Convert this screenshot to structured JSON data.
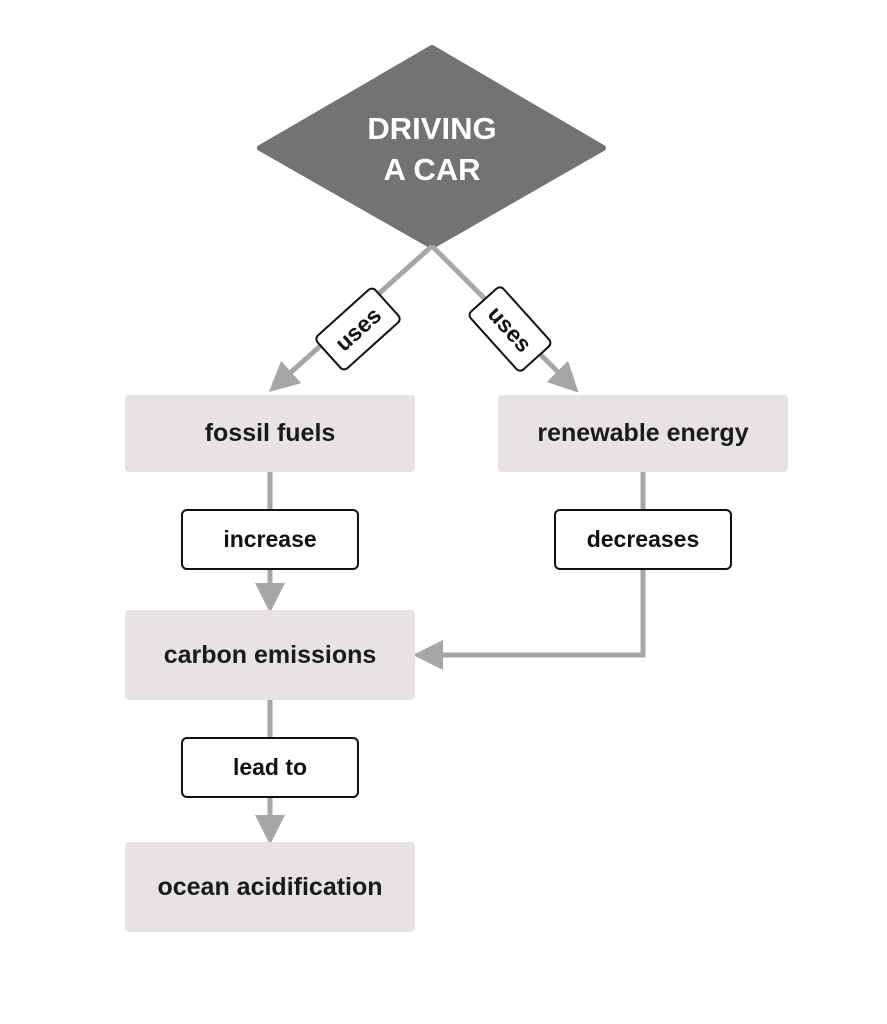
{
  "title": {
    "line1": "DRIVING",
    "line2": "A CAR"
  },
  "nodes": {
    "fossil": "fossil fuels",
    "renewable": "renewable energy",
    "carbon": "carbon emissions",
    "ocean": "ocean acidification"
  },
  "links": {
    "uses_left": "uses",
    "uses_right": "uses",
    "increase": "increase",
    "decreases": "decreases",
    "lead_to": "lead to"
  },
  "colors": {
    "diamond": "#737373",
    "node": "#e6e3e2",
    "arrow": "#a6a6a6"
  }
}
